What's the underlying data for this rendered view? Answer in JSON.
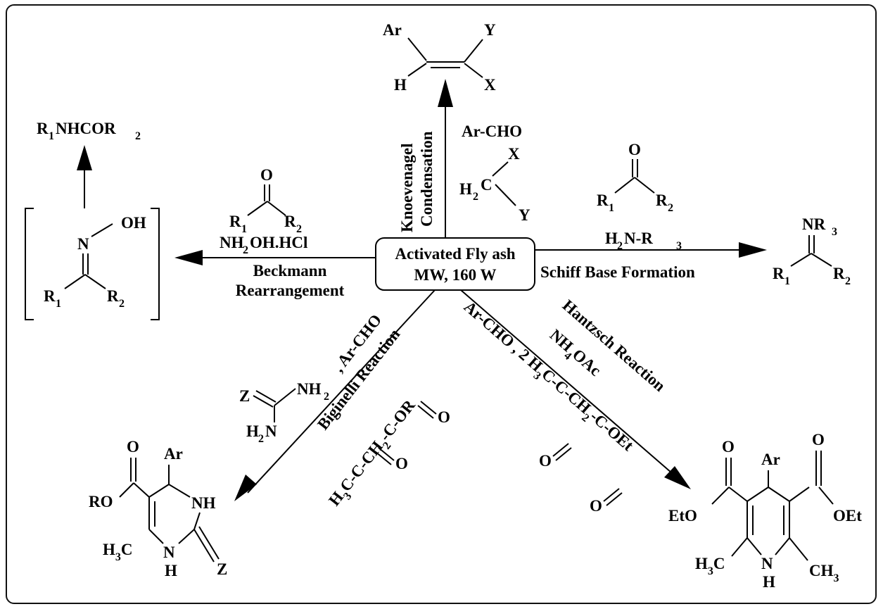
{
  "center": {
    "line1": "Activated Fly ash",
    "line2": "MW, 160 W"
  },
  "knoevenagel": {
    "label1": "Knoevenagel",
    "label2": "Condensation",
    "reagent": "Ar-CHO",
    "reagent_x": "X",
    "reagent_y": "Y",
    "reagent_h": "H",
    "reagent_sub": "2",
    "reagent_c": "C",
    "prod_ar": "Ar",
    "prod_y": "Y",
    "prod_h": "H",
    "prod_x": "X"
  },
  "beckmann": {
    "label1": "Beckmann",
    "label2": "Rearrangement",
    "reagent": "NH",
    "reagent_sub": "2",
    "reagent_rest": "OH.HCl",
    "ketone_o": "O",
    "r": "R",
    "sub1": "1",
    "sub2": "2",
    "oxime_n": "N",
    "oxime_oh": "OH",
    "amide_r1": "R",
    "amide_mid": "NHCOR"
  },
  "schiff": {
    "label": "Schiff Base Formation",
    "reagent_h": "H",
    "reagent_sub": "2",
    "reagent_rest": "N-R",
    "reagent_sub3": "3",
    "ketone_o": "O",
    "r": "R",
    "sub1": "1",
    "sub2": "2",
    "prod_nr": "NR",
    "prod_sub3": "3"
  },
  "biginelli": {
    "label": "Biginelli Reaction",
    "reagent_ar": ", Ar-CHO",
    "urea_z": "Z",
    "urea_nh": "NH",
    "urea_h": "H",
    "urea_n": "N",
    "sub2": "2",
    "ester": "H",
    "ester_sub3": "3",
    "ester_rest1": "C-C-CH",
    "ester_rest2": "-C-OR",
    "ester_o": "O",
    "prod_o": "O",
    "prod_ar": "Ar",
    "prod_ro": "RO",
    "prod_nh": "NH",
    "prod_h3c": "H",
    "prod_c": "C",
    "prod_n": "N",
    "prod_h": "H",
    "prod_z": "Z"
  },
  "hantzsch": {
    "label": "Hantzsch Reaction",
    "reagent_nh": "NH",
    "reagent_sub4": "4",
    "reagent_oac": "OAc",
    "reagent_ar": "Ar-CHO , 2 H",
    "sub3": "3",
    "reagent_rest": "C-C-CH",
    "sub2": "2",
    "reagent_end": "-C-OEt",
    "o": "O",
    "prod_o": "O",
    "prod_ar": "Ar",
    "prod_eto": "EtO",
    "prod_oet": "OEt",
    "prod_h3c": "H",
    "prod_c": "C",
    "prod_n": "N",
    "prod_h": "H",
    "prod_ch": "CH"
  }
}
